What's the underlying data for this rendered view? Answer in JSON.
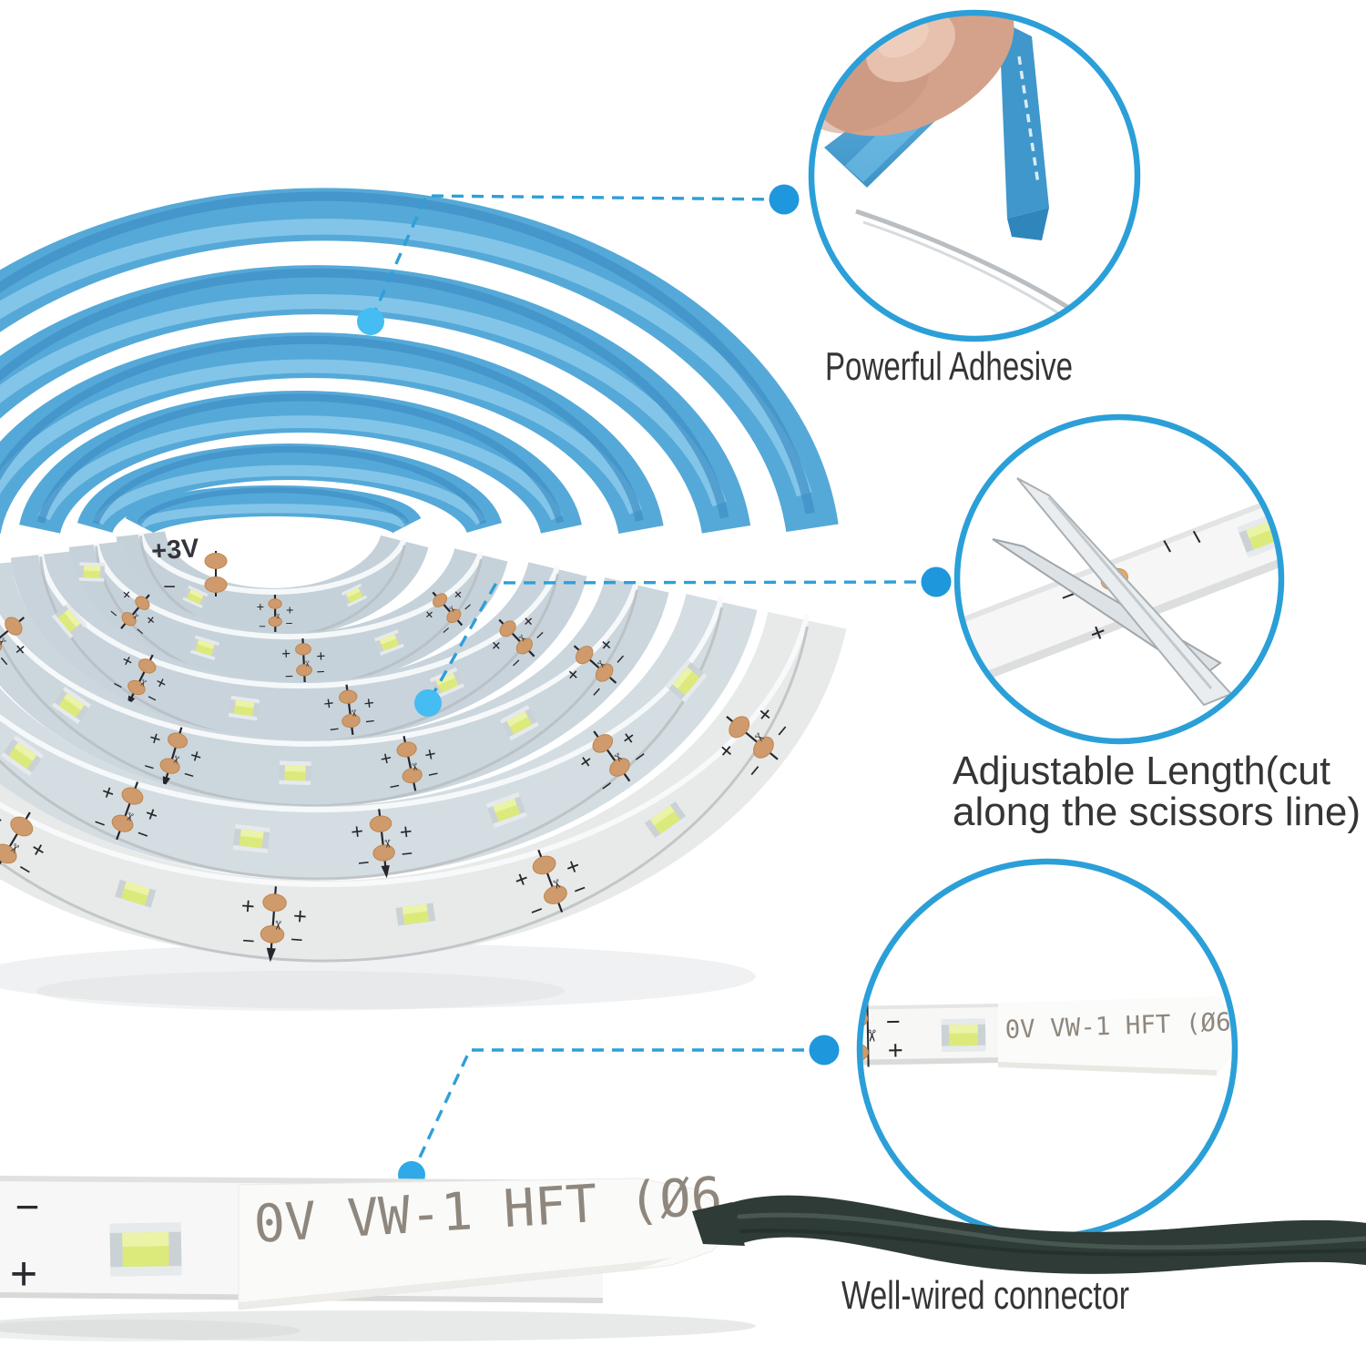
{
  "callouts": [
    {
      "id": "adhesive",
      "label": "Powerful Adhesive"
    },
    {
      "id": "adjustable-length",
      "label_lines": [
        "Adjustable Length(cut",
        "along the scissors line)"
      ]
    },
    {
      "id": "connector",
      "label": "Well-wired connector"
    }
  ],
  "strip_markings": {
    "voltage_label": "+3V",
    "plus": "+",
    "minus": "−",
    "scissors_glyph": "✂",
    "sleeve_print": "0V VW-1 HFT (Ø6"
  },
  "icons": {
    "scissors": "scissors-cut-mark",
    "leader_dot": "round-endpoint-dot"
  },
  "colors": {
    "callout_circle_blue": "#2B9FD8",
    "leader_blue": "#2F9FD8",
    "leader_dot_blue": "#1F97DC",
    "adhesive_backing_blue": "#4FA8D8",
    "led_chip_yellow": "#DCEA7C",
    "copper_pad": "#CF9B6D",
    "cable_dark_green": "#2F3B37",
    "label_text": "#353535",
    "sleeve_print_gray": "#8F877D"
  }
}
